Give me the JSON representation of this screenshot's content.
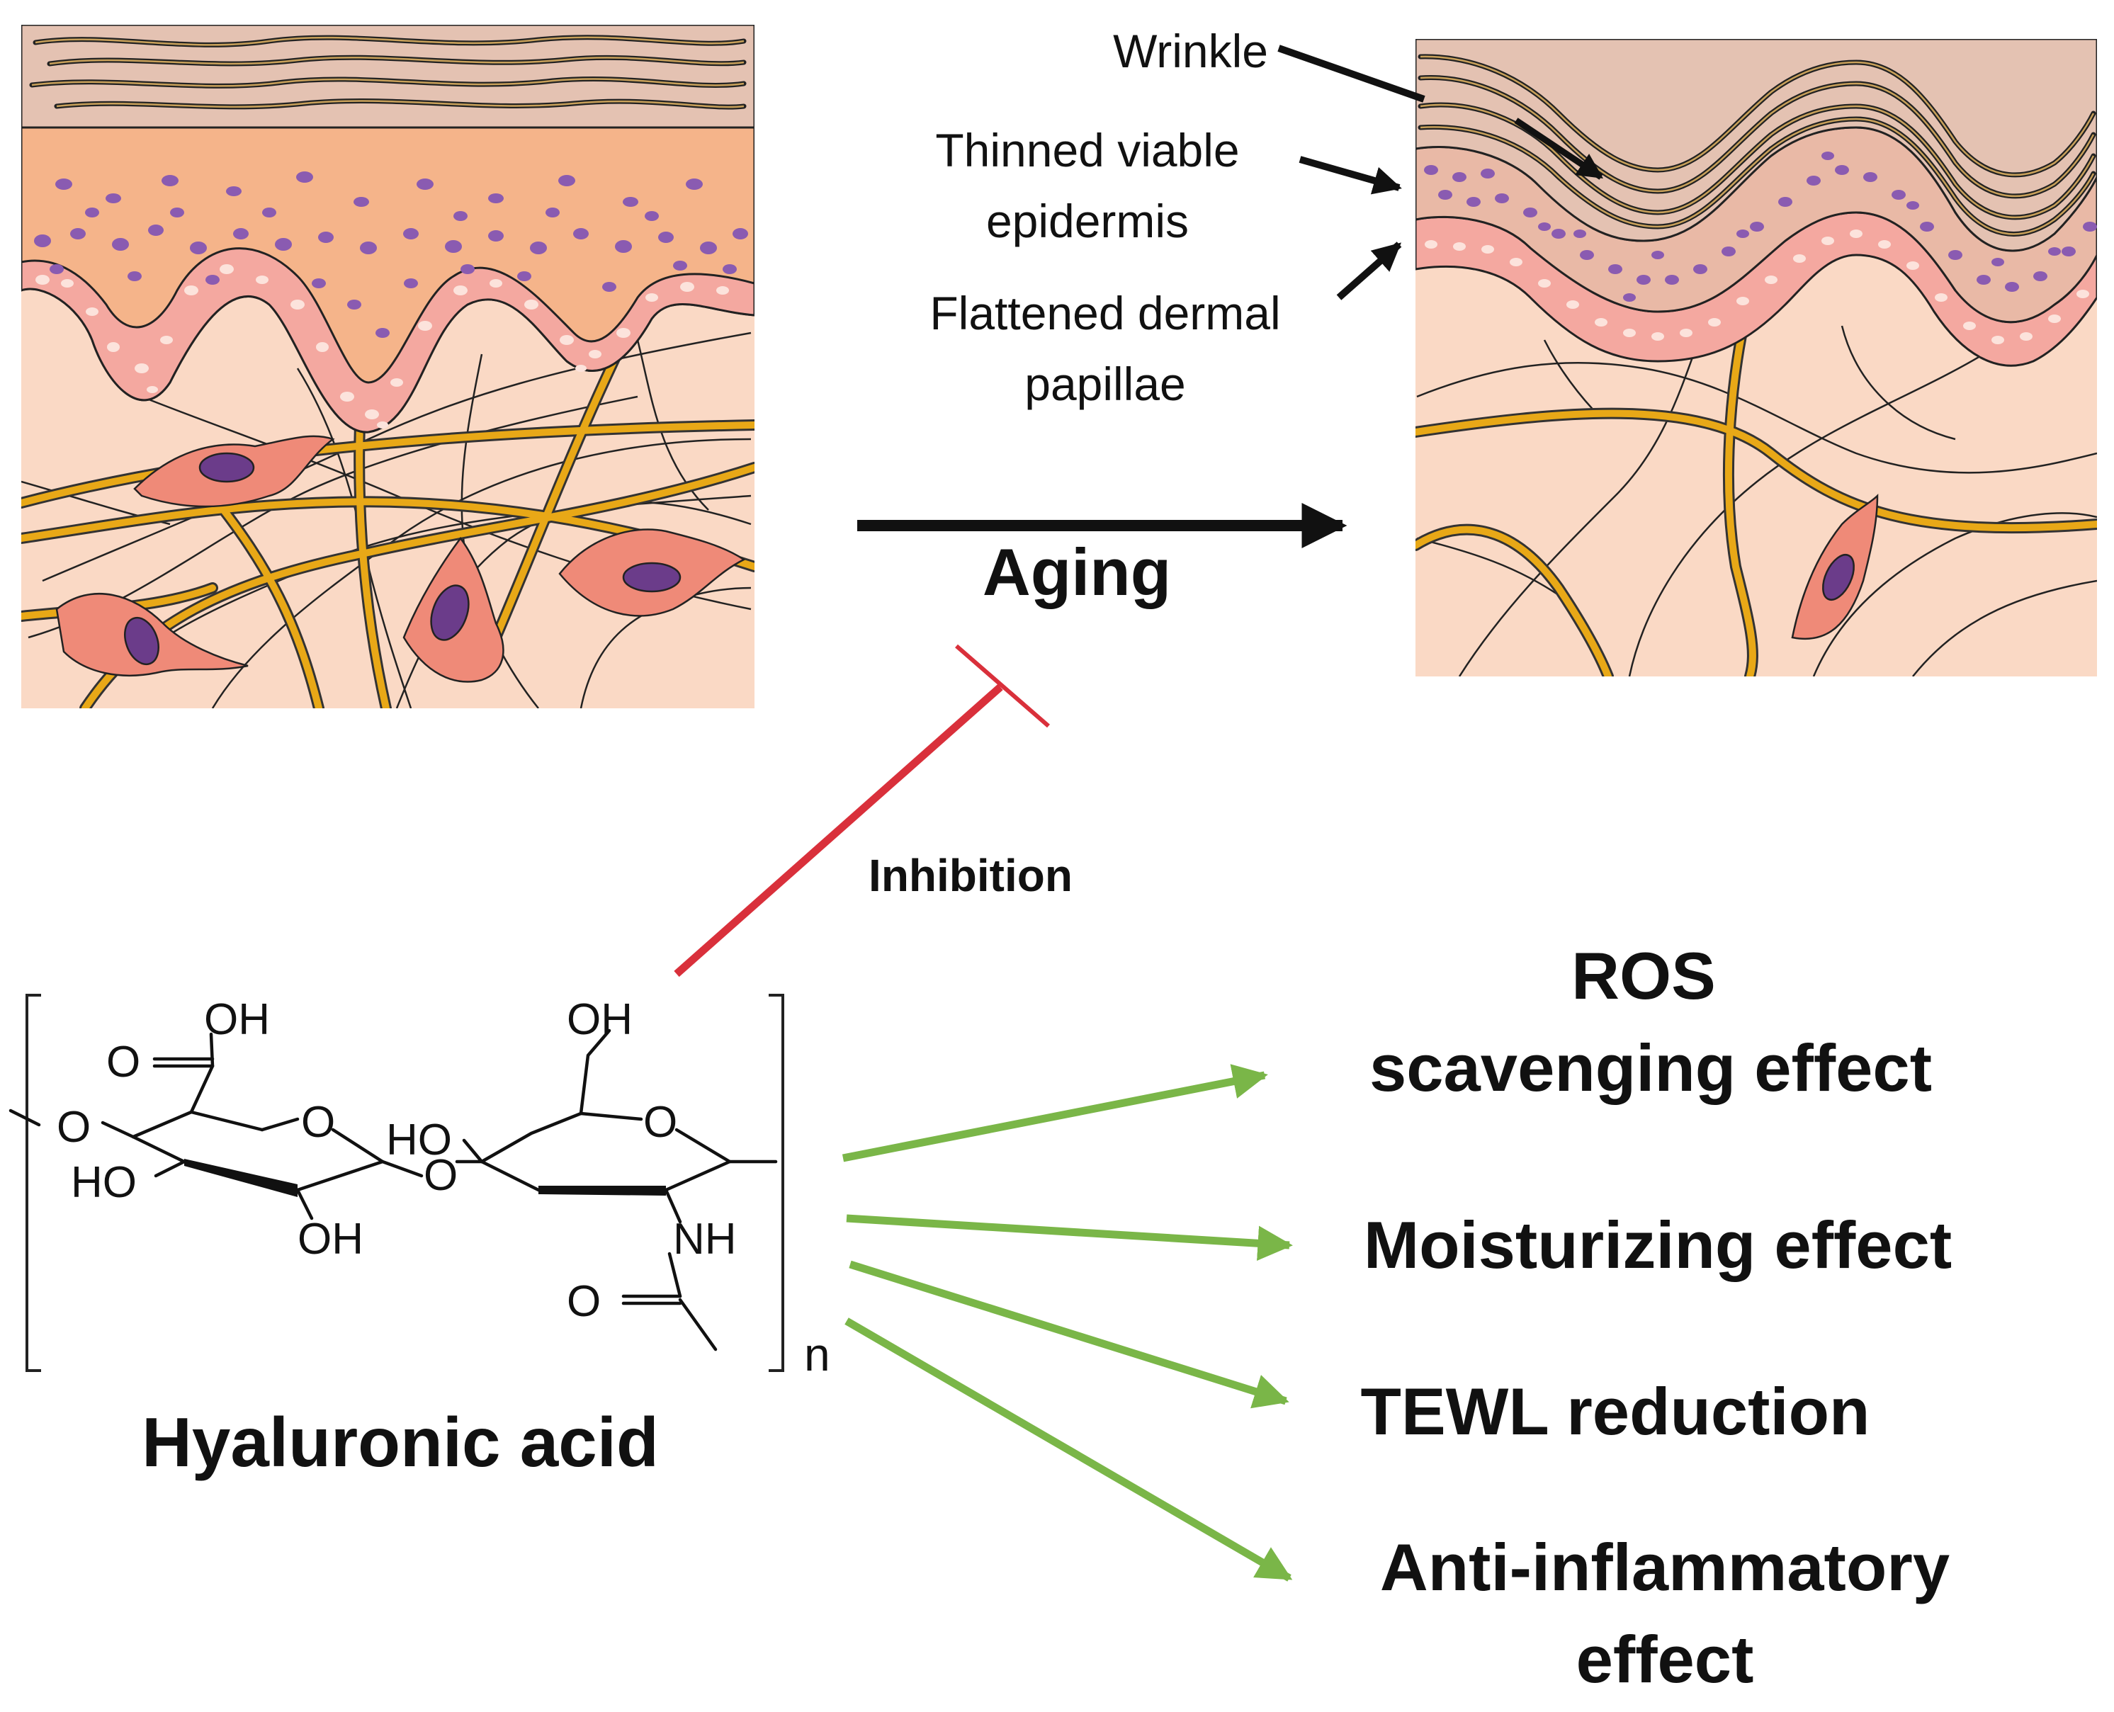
{
  "panels": {
    "young_skin": {
      "labels": []
    },
    "aged_skin": {
      "labels": {
        "wrinkle": "Wrinkle",
        "thinned_line1": "Thinned viable",
        "thinned_line2": "epidermis",
        "flattened_line1": "Flattened dermal",
        "flattened_line2": "papillae"
      }
    }
  },
  "process": {
    "aging_label": "Aging",
    "inhibition_label": "Inhibition"
  },
  "molecule": {
    "name": "Hyaluronic acid",
    "atoms": {
      "oh_top_left": "OH",
      "o_carbonyl": "O",
      "o_link_left": "O",
      "o_ring_left": "O",
      "ho_left": "HO",
      "oh_bottom_left": "OH",
      "o_glycosidic": "O",
      "ho_middle": "HO",
      "oh_top_right": "OH",
      "o_ring_right": "O",
      "nh": "NH",
      "o_amide": "O"
    },
    "repeat_subscript": "n"
  },
  "effects": [
    {
      "line1": "ROS",
      "line2": "scavenging effect"
    },
    {
      "line1": "Moisturizing effect"
    },
    {
      "line1": "TEWL reduction"
    },
    {
      "line1": "Anti-inflammatory",
      "line2": "effect"
    }
  ],
  "colors": {
    "stratum_corneum": "#e4c2b2",
    "epidermis": "#f5b48a",
    "nuclei": "#8a5bb1",
    "basal_layer": "#f4a8a0",
    "dermis": "#fad9c5",
    "collagen": "#e8a817",
    "fibroblast": "#ef8a78",
    "inhibition": "#d9303b",
    "effect_arrow": "#7ab648",
    "text": "#111111"
  }
}
